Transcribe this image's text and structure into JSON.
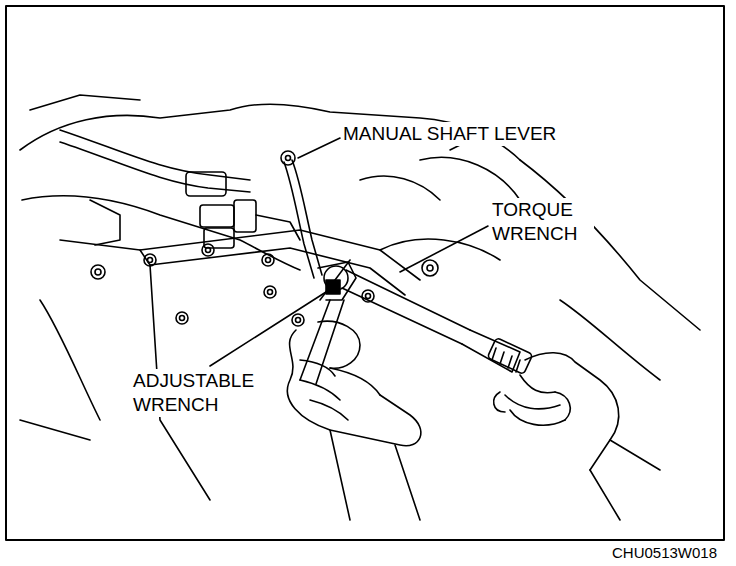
{
  "diagram": {
    "labels": [
      "MANUAL SHAFT LEVER",
      "TORQUE WRENCH",
      "ADJUSTABLE WRENCH",
      "CHU0513W018"
    ]
  }
}
